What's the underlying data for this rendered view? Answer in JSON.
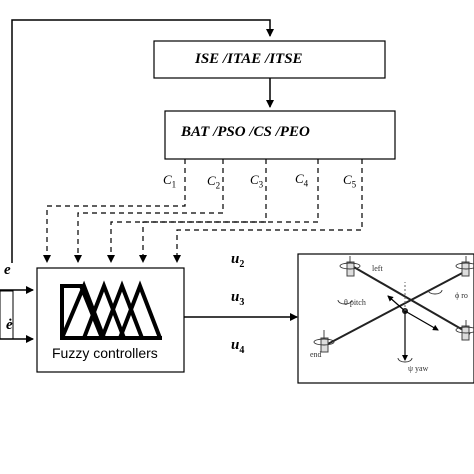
{
  "metrics_box": {
    "label": "ISE  /ITAE /ITSE"
  },
  "optimizers_box": {
    "label": "BAT   /PSO  /CS  /PEO"
  },
  "coefficients": [
    {
      "base": "C",
      "sub": "1"
    },
    {
      "base": "C",
      "sub": "2"
    },
    {
      "base": "C",
      "sub": "3"
    },
    {
      "base": "C",
      "sub": "4"
    },
    {
      "base": "C",
      "sub": "5"
    }
  ],
  "inputs": {
    "error": "e",
    "error_rate": "ė"
  },
  "fuzzy_box": {
    "label": "Fuzzy controllers"
  },
  "control_signals": [
    {
      "base": "u",
      "sub": "2"
    },
    {
      "base": "u",
      "sub": "3"
    },
    {
      "base": "u",
      "sub": "4"
    }
  ],
  "quadrotor": {
    "labels": {
      "left": "left",
      "pitch": "θ pitch",
      "roll": "ϕ ro",
      "end": "end",
      "yaw": "ψ yaw"
    }
  }
}
